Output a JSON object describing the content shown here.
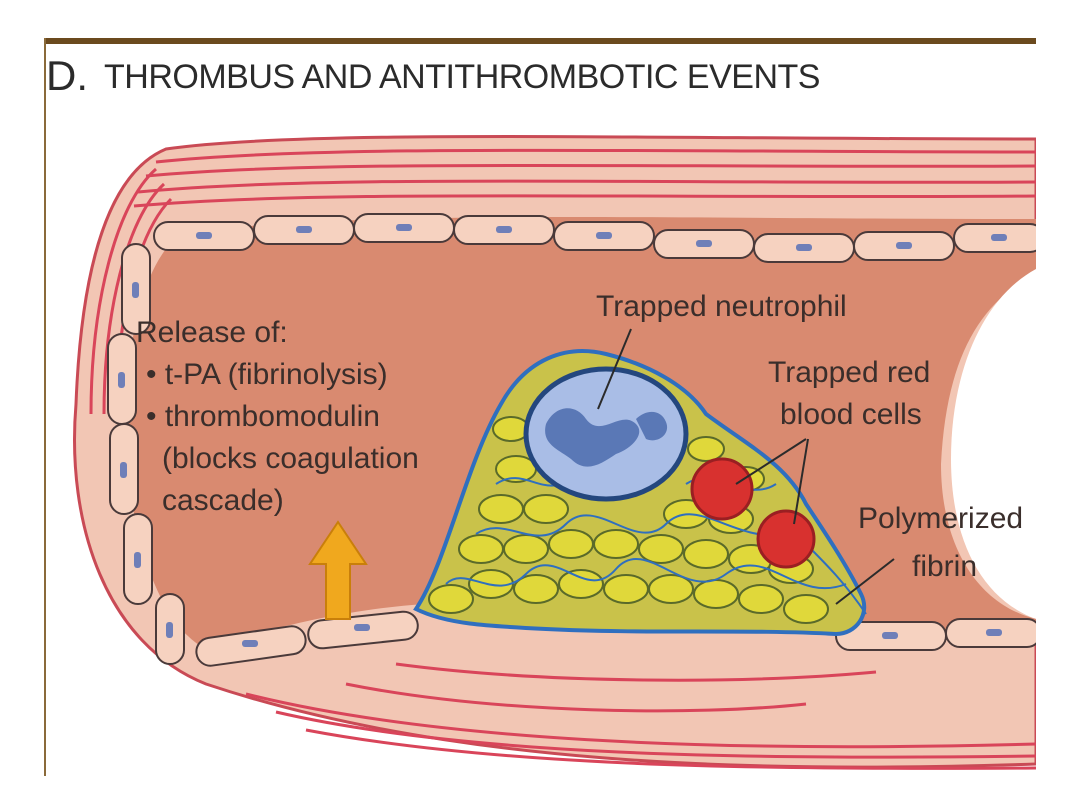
{
  "title": {
    "letter": "D.",
    "text": "THROMBUS AND ANTITHROMBOTIC EVENTS"
  },
  "labels": {
    "release_heading": "Release of:",
    "bullet_1": "• t-PA (fibrinolysis)",
    "bullet_2": "• thrombomodulin",
    "bullet_2_cont_1": "(blocks coagulation",
    "bullet_2_cont_2": "cascade)",
    "trapped_neutrophil": "Trapped neutrophil",
    "trapped_rbc_1": "Trapped red",
    "trapped_rbc_2": "blood cells",
    "fibrin_1": "Polymerized",
    "fibrin_2": "fibrin"
  },
  "colors": {
    "frame": "#6b4a1e",
    "lumen": "#d98a70",
    "vessel_wall": "#f2c6b4",
    "wall_stripe": "#d9455a",
    "endothelium": "#f6d2c0",
    "nucleus": "#6f7fb8",
    "neutrophil": "#a9bde6",
    "rbc": "#d8312f",
    "platelet": "#d9d23a",
    "fibrin": "#2f6fbf",
    "arrow": "#f0a81e"
  }
}
